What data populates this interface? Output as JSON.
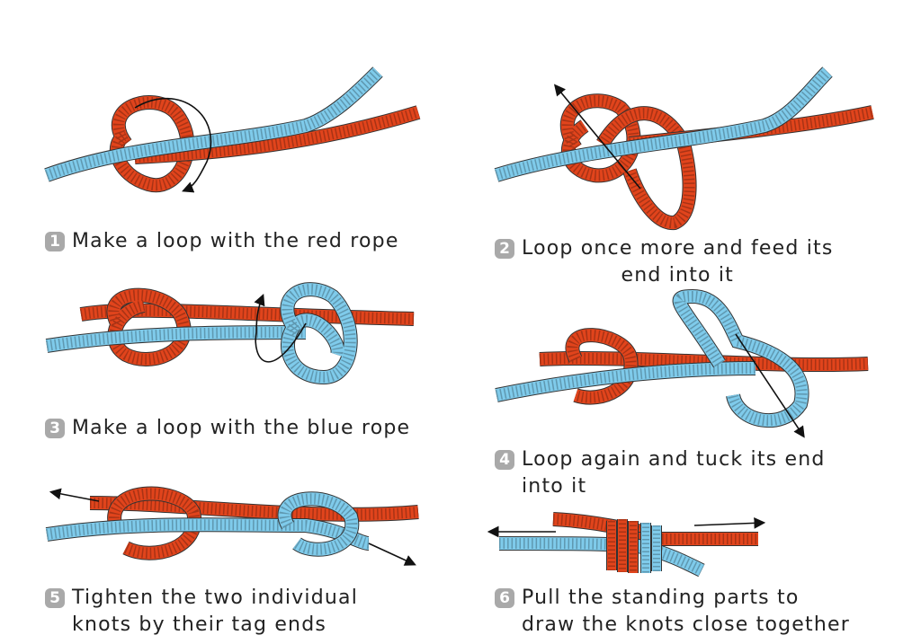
{
  "colors": {
    "red_rope": "#e1441c",
    "blue_rope": "#7fcbeb",
    "badge": "#a9a9a9"
  },
  "steps": [
    {
      "number": "1",
      "text": "Make a loop with the red rope"
    },
    {
      "number": "2",
      "text": "Loop once more and feed its\nend into it"
    },
    {
      "number": "3",
      "text": "Make a loop with the blue rope"
    },
    {
      "number": "4",
      "text": "Loop again and tuck its end\ninto it"
    },
    {
      "number": "5",
      "text": "Tighten the two individual\nknots by their tag ends"
    },
    {
      "number": "6",
      "text": "Pull the standing parts to\ndraw the knots close together"
    }
  ]
}
